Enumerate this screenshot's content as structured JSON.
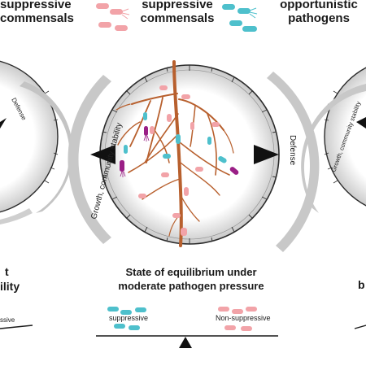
{
  "legend": {
    "item_left_line1": "suppressive",
    "item_left_line2": "commensals",
    "item_mid_line1": "suppressive",
    "item_mid_line2": "commensals",
    "item_right_line1": "opportunistic",
    "item_right_line2": "pathogens"
  },
  "left_panel": {
    "label_defense": "Defense",
    "caption_line1": "t",
    "caption_line2": "ility",
    "balance_label": "ssive"
  },
  "center_panel": {
    "label_growth": "Growth, community stability",
    "label_defense": "Defense",
    "caption_line1": "State of equilibrium under",
    "caption_line2": "moderate pathogen pressure",
    "balance_left": "suppressive",
    "balance_right": "Non-suppressive"
  },
  "right_panel": {
    "label_growth": "Growth, community stability",
    "caption_fragment": "b"
  },
  "colors": {
    "root": "#b8602e",
    "suppressive": "#4ec0cc",
    "non_suppressive": "#f2a3a8",
    "pathogen": "#9a1f86",
    "arc": "#bdbdbd",
    "ring": "#2b2b2b"
  }
}
